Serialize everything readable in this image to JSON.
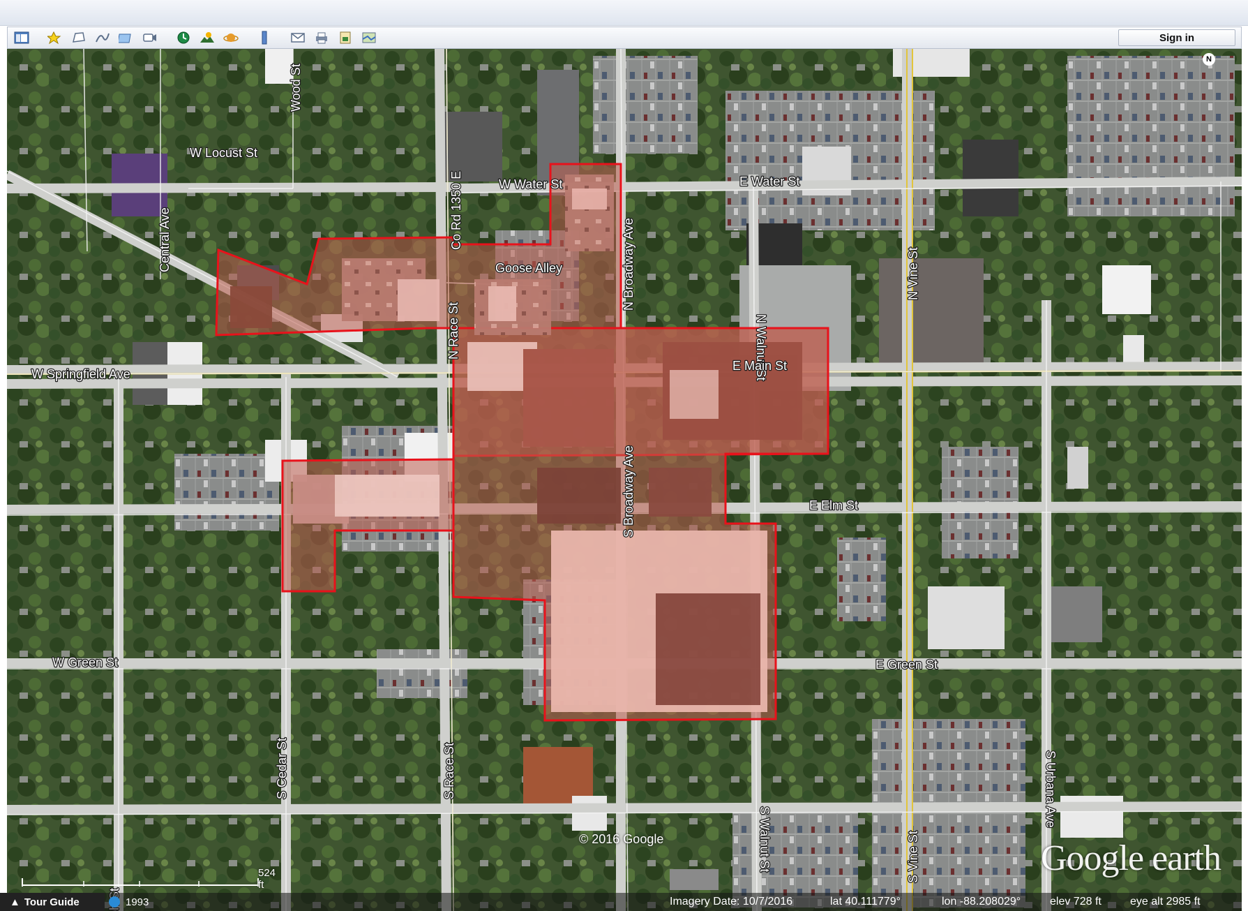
{
  "app": {
    "sign_in_label": "Sign in"
  },
  "toolbar": {
    "buttons": [
      {
        "name": "sidebar-toggle-icon"
      },
      {
        "name": "add-placemark-icon"
      },
      {
        "name": "add-polygon-icon"
      },
      {
        "name": "add-path-icon"
      },
      {
        "name": "add-image-overlay-icon"
      },
      {
        "name": "record-tour-icon"
      },
      {
        "name": "historical-imagery-icon"
      },
      {
        "name": "sunlight-icon"
      },
      {
        "name": "switch-planet-icon"
      },
      {
        "name": "ruler-icon"
      },
      {
        "name": "email-icon"
      },
      {
        "name": "print-icon"
      },
      {
        "name": "save-image-icon"
      },
      {
        "name": "view-in-maps-icon"
      }
    ]
  },
  "map": {
    "compass_label": "N",
    "copyright": "© 2016 Google",
    "logo": "Google earth",
    "scale_label": "524 ft",
    "accent_boundary_color": "#e8121b",
    "streets": {
      "wood": "Wood St",
      "w_locust": "W Locust St",
      "central": "Central Ave",
      "co_rd": "Co Rd 1350 E",
      "w_water": "W Water St",
      "e_water": "E Water St",
      "goose": "Goose Alley",
      "n_broadway": "N Broadway Ave",
      "n_walnut": "N Walnut St",
      "n_vine": "N Vine St",
      "n_race": "N Race St",
      "w_springfield": "W Springfield Ave",
      "e_main": "E Main St",
      "s_broadway": "S Broadway Ave",
      "e_elm": "E Elm St",
      "w_green": "W Green St",
      "e_green": "E Green St",
      "s_cedar": "S Cedar St",
      "s_race": "S Race St",
      "s_walnut": "S Walnut St",
      "s_vine": "S Vine St",
      "s_urbana": "S Urbana Ave",
      "birch": "Birch St"
    }
  },
  "statusbar": {
    "tour_guide": "Tour Guide",
    "year": "1993",
    "imagery_date": "Imagery Date: 10/7/2016",
    "lat": "lat   40.111779°",
    "lon": "lon  -88.208029°",
    "elev": "elev   728 ft",
    "eye_alt": "eye alt   2985 ft"
  }
}
